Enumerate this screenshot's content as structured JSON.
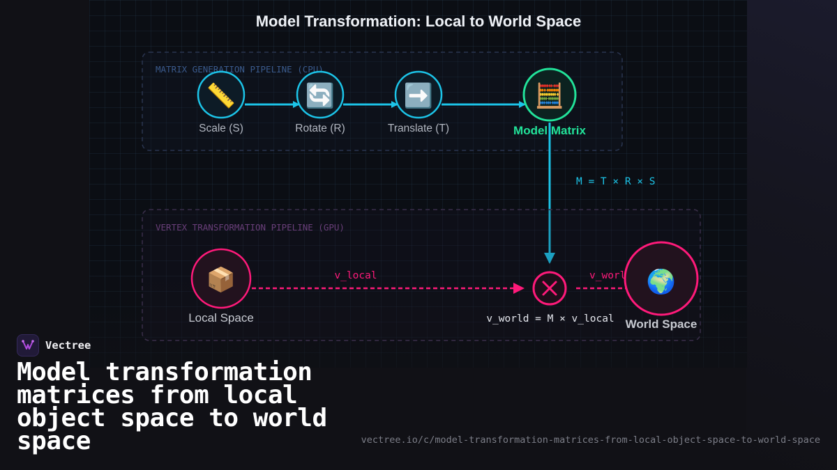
{
  "diagram": {
    "title": "Model Transformation: Local to World Space",
    "cpu_pipeline": {
      "label": "MATRIX GENERATION PIPELINE (CPU)",
      "nodes": [
        {
          "label": "Scale (S)",
          "icon": "ruler-icon",
          "glyph": "📏"
        },
        {
          "label": "Rotate (R)",
          "icon": "rotate-arrows-icon",
          "glyph": "🔄"
        },
        {
          "label": "Translate (T)",
          "icon": "right-arrow-icon",
          "glyph": "➡️"
        },
        {
          "label": "Model Matrix",
          "icon": "abacus-icon",
          "glyph": "🧮"
        }
      ]
    },
    "matrix_formula": "M = T × R × S",
    "gpu_pipeline": {
      "label": "VERTEX TRANSFORMATION PIPELINE (GPU)",
      "local_node": {
        "label": "Local Space",
        "icon": "package-icon",
        "glyph": "📦"
      },
      "multiply_node": {
        "icon": "multiply-icon"
      },
      "world_node": {
        "label": "World Space",
        "icon": "globe-icon",
        "glyph": "🌍"
      },
      "edge_in_label": "v_local",
      "edge_out_label": "v_world",
      "vertex_formula": "v_world = M × v_local"
    },
    "colors": {
      "cyan": "#1cc4e8",
      "green": "#22e39a",
      "pink": "#ff1a7a",
      "cpu_box": "#2a3550",
      "gpu_box": "#3a2f4a"
    }
  },
  "brand": {
    "name": "Vectree",
    "logo_icon": "vectree-logo-icon"
  },
  "headline": "Model transformation matrices from local object space to world space",
  "url": "vectree.io/c/model-transformation-matrices-from-local-object-space-to-world-space"
}
